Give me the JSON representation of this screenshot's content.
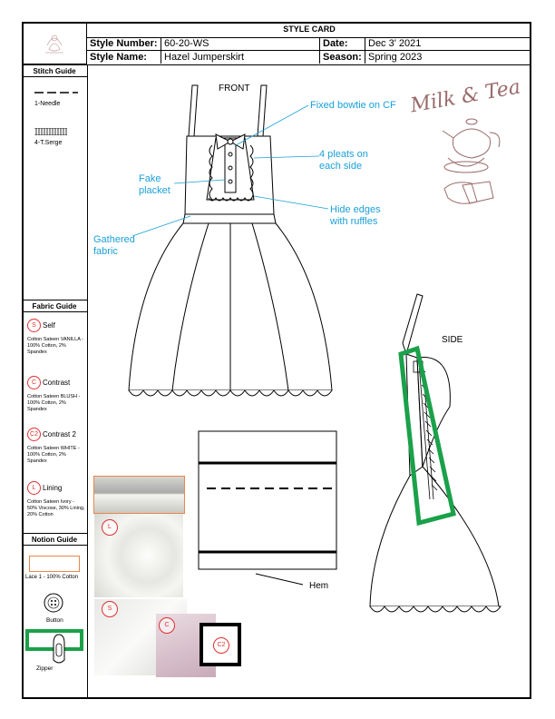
{
  "header": {
    "title": "STYLE CARD",
    "style_number_label": "Style Number:",
    "style_number": "60-20-WS",
    "date_label": "Date:",
    "date": "Dec 3' 2021",
    "style_name_label": "Style Name:",
    "style_name": "Hazel Jumperskirt",
    "season_label": "Season:",
    "season": "Spring 2023"
  },
  "stitch_guide": {
    "title": "Stitch Guide",
    "items": [
      {
        "label": "1-Needle"
      },
      {
        "label": "4-T.Serge"
      }
    ]
  },
  "fabric_guide": {
    "title": "Fabric Guide",
    "items": [
      {
        "code": "S",
        "name": "Self",
        "desc": "Cotton Sateen VANILLA - 100% Cotton, 2% Spandex"
      },
      {
        "code": "C",
        "name": "Contrast",
        "desc": "Cotton Sateen BLUSH - 100% Cotton, 2% Spandex"
      },
      {
        "code": "C2",
        "name": "Contrast 2",
        "desc": "Cotton Sateen WHITE - 100% Cotton, 2% Spandex"
      },
      {
        "code": "L",
        "name": "Lining",
        "desc": "Cotton Sateen Ivory - 50% Viscose, 30% Lining, 20% Cotton"
      }
    ]
  },
  "notion_guide": {
    "title": "Notion Guide",
    "items": [
      {
        "label": "Lace 1 - 100% Cotton"
      },
      {
        "label": "Button"
      },
      {
        "label": "Zipper"
      }
    ]
  },
  "drawing": {
    "front_label": "FRONT",
    "side_label": "SIDE",
    "hem_label": "Hem",
    "callouts": {
      "bowtie": "Fixed bowtie on CF",
      "pleats": "4 pleats on each side",
      "placket": "Fake placket",
      "ruffles": "Hide edges with ruffles",
      "gathered": "Gathered fabric"
    },
    "swatch_badges": [
      "L",
      "S",
      "C",
      "C2"
    ]
  },
  "brand": {
    "name": "Milk & Tea"
  },
  "colors": {
    "accent_blue": "#1aa0d8",
    "highlight_green": "#1aa14a",
    "fabric_red": "#e03030",
    "lace_outline": "#e8874a",
    "brand_brown": "#9a6a6a"
  }
}
